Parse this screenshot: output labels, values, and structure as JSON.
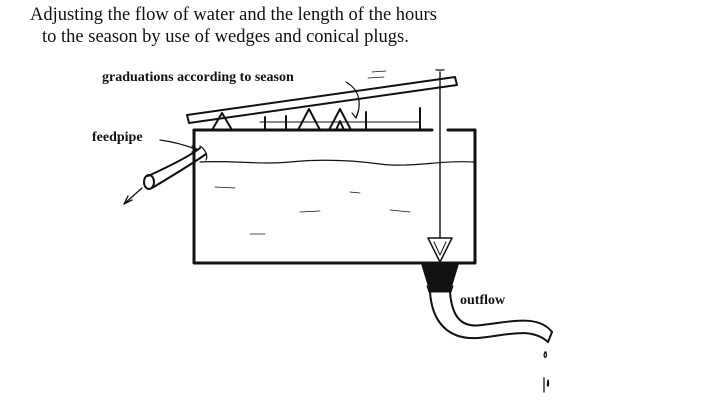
{
  "caption": {
    "line1": "Adjusting the flow of water and the length of the hours",
    "line2": "to the season by use of wedges and conical plugs."
  },
  "labels": {
    "graduations": "graduations according to season",
    "feedpipe": "feedpipe",
    "outflow": "outflow"
  },
  "colors": {
    "ink": "#111111",
    "background": "#ffffff"
  }
}
